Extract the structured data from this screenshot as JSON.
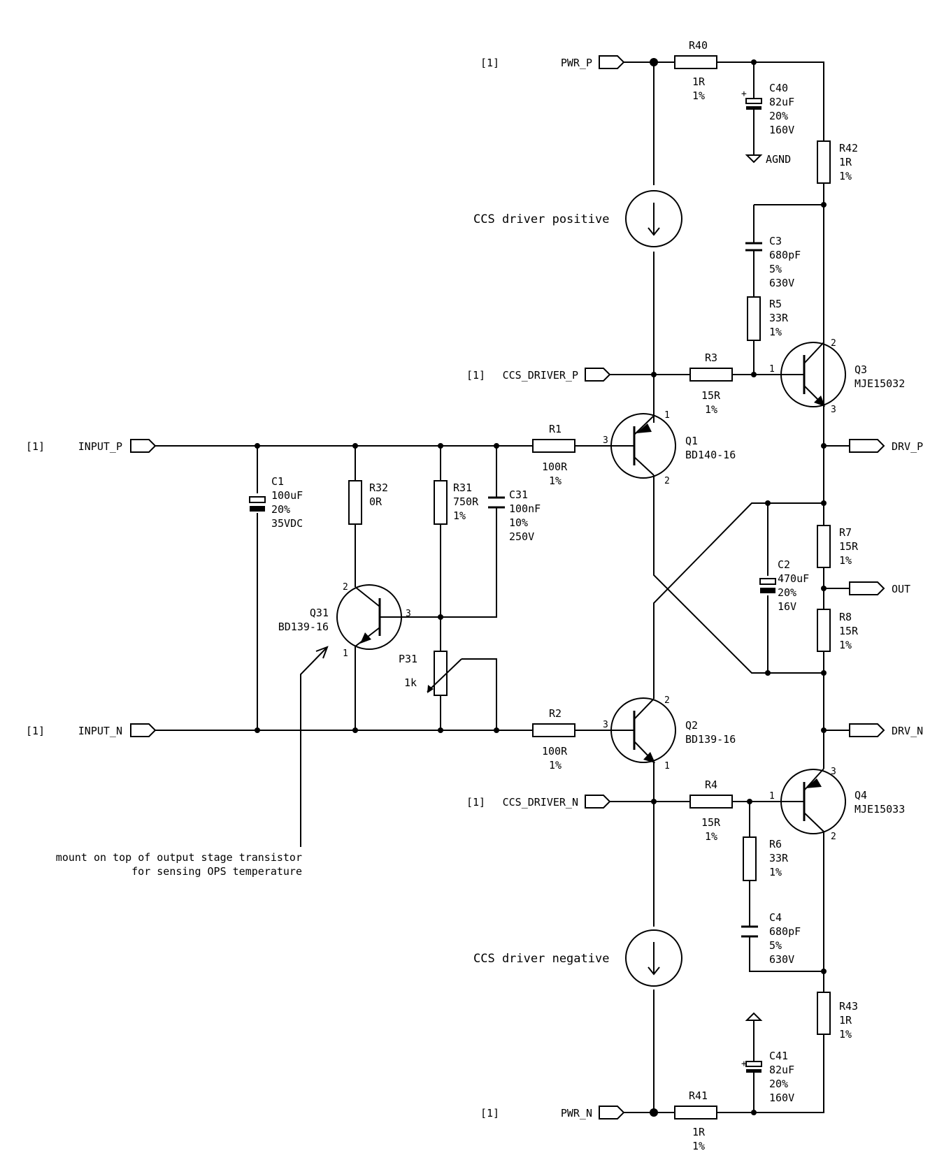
{
  "sheet_ref": "[1]",
  "ports": {
    "pwr_p": "PWR_P",
    "pwr_n": "PWR_N",
    "ccs_driver_p": "CCS_DRIVER_P",
    "ccs_driver_n": "CCS_DRIVER_N",
    "input_p": "INPUT_P",
    "input_n": "INPUT_N",
    "drv_p": "DRV_P",
    "drv_n": "DRV_N",
    "out": "OUT"
  },
  "ground": "AGND",
  "sources": {
    "ccs_pos": "CCS driver positive",
    "ccs_neg": "CCS driver negative"
  },
  "note": [
    "mount on top of output stage transistor",
    "for sensing OPS temperature"
  ],
  "polarity": "+",
  "parts": {
    "R40": [
      "R40",
      "1R",
      "1%"
    ],
    "R41": [
      "R41",
      "1R",
      "1%"
    ],
    "R42": [
      "R42",
      "1R",
      "1%"
    ],
    "R43": [
      "R43",
      "1R",
      "1%"
    ],
    "C40": [
      "C40",
      "82uF",
      "20%",
      "160V"
    ],
    "C41": [
      "C41",
      "82uF",
      "20%",
      "160V"
    ],
    "C3": [
      "C3",
      "680pF",
      "5%",
      "630V"
    ],
    "C4": [
      "C4",
      "680pF",
      "5%",
      "630V"
    ],
    "R5": [
      "R5",
      "33R",
      "1%"
    ],
    "R6": [
      "R6",
      "33R",
      "1%"
    ],
    "R3": [
      "R3",
      "15R",
      "1%"
    ],
    "R4": [
      "R4",
      "15R",
      "1%"
    ],
    "Q3": [
      "Q3",
      "MJE15032"
    ],
    "Q4": [
      "Q4",
      "MJE15033"
    ],
    "Q1": [
      "Q1",
      "BD140-16"
    ],
    "Q2": [
      "Q2",
      "BD139-16"
    ],
    "Q31": [
      "Q31",
      "BD139-16"
    ],
    "R1": [
      "R1",
      "100R",
      "1%"
    ],
    "R2": [
      "R2",
      "100R",
      "1%"
    ],
    "C1": [
      "C1",
      "100uF",
      "20%",
      "35VDC"
    ],
    "R32": [
      "R32",
      "0R"
    ],
    "R31": [
      "R31",
      "750R",
      "1%"
    ],
    "C31": [
      "C31",
      "100nF",
      "10%",
      "250V"
    ],
    "P31": [
      "P31",
      "1k"
    ],
    "C2": [
      "C2",
      "470uF",
      "20%",
      "16V"
    ],
    "R7": [
      "R7",
      "15R",
      "1%"
    ],
    "R8": [
      "R8",
      "15R",
      "1%"
    ]
  },
  "pins": {
    "base": "3",
    "collector": "2",
    "emitter": "1",
    "q3_base": "1",
    "q3_collector": "2",
    "q3_emitter": "3",
    "q1_emitter": "1",
    "q1_collector": "2"
  }
}
